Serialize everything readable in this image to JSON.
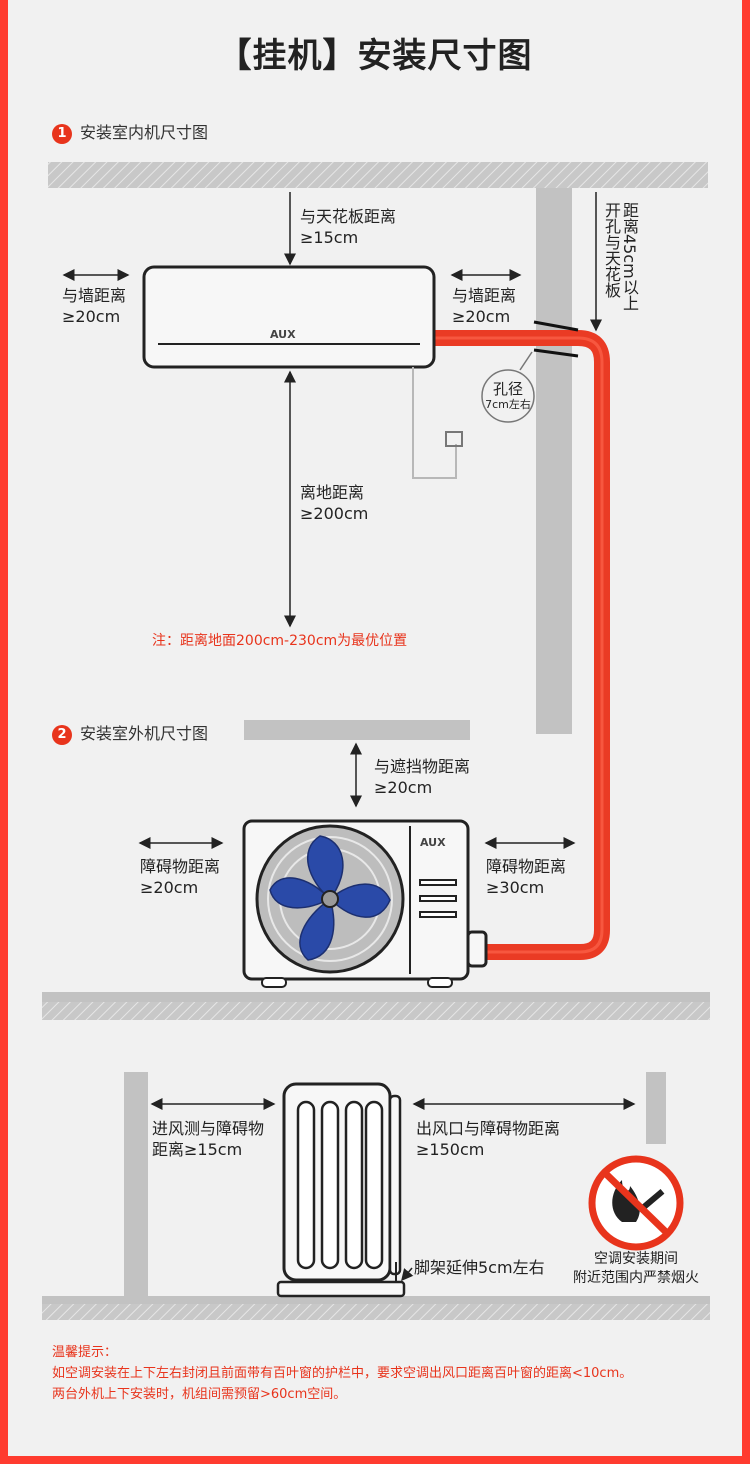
{
  "title": "【挂机】安装尺寸图",
  "section1": {
    "number": "1",
    "title": "安装室内机尺寸图",
    "ceiling_label": "与天花板距离",
    "ceiling_value": "≥15cm",
    "left_wall_label": "与墙距离",
    "left_wall_value": "≥20cm",
    "right_wall_label": "与墙距离",
    "right_wall_value": "≥20cm",
    "hole_top_label": "距离45cm以上",
    "hole_top_label2": "开孔与天花板",
    "hole_label": "孔径",
    "hole_value": "7cm左右",
    "floor_label": "离地距离",
    "floor_value": "≥200cm",
    "note": "注：距离地面200cm-230cm为最优位置",
    "brand": "AUX"
  },
  "section2": {
    "number": "2",
    "title": "安装室外机尺寸图",
    "top_label": "与遮挡物距离",
    "top_value": "≥20cm",
    "left_label": "障碍物距离",
    "left_value": "≥20cm",
    "right_label": "障碍物距离",
    "right_value": "≥30cm",
    "brand": "AUX"
  },
  "section3": {
    "intake_label": "进风测与障碍物",
    "intake_value": "距离≥15cm",
    "outlet_label": "出风口与障碍物距离",
    "outlet_value": "≥150cm",
    "bracket_label": "脚架延伸5cm左右",
    "fire_note_line1": "空调安装期间",
    "fire_note_line2": "附近范围内严禁烟火"
  },
  "tips": {
    "heading": "温馨提示：",
    "line1": "如空调安装在上下左右封闭且前面带有百叶窗的护栏中，要求空调出风口距离百叶窗的距离<10cm。",
    "line2": "两台外机上下安装时，机组间需预留>60cm空间。"
  },
  "colors": {
    "accent": "#e8341c",
    "wall": "#c2c2c2",
    "fan_blade": "#2a4aa8",
    "frame": "#ff3b2f"
  }
}
